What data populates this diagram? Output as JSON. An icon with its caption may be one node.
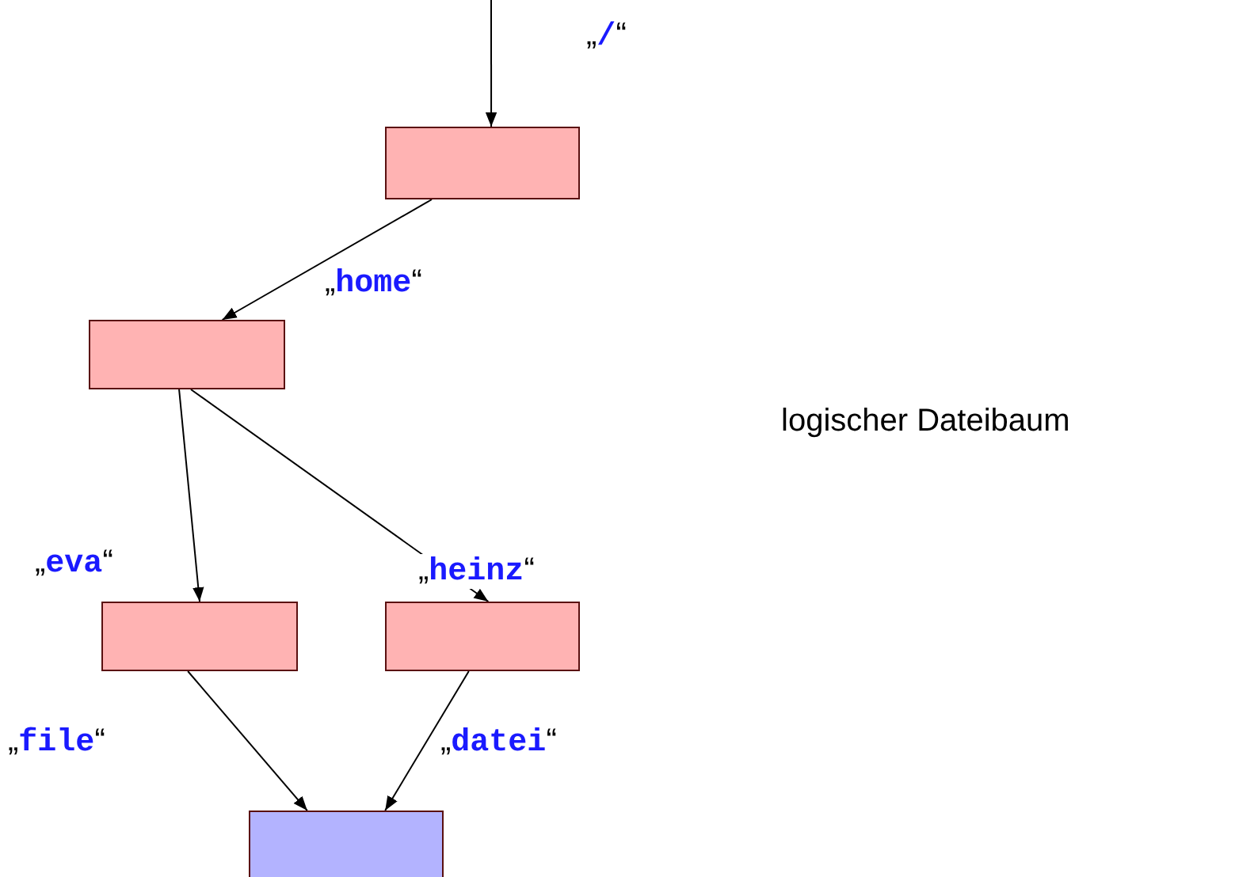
{
  "diagram": {
    "nodes": [
      {
        "text": [],
        "shape": "box"
      },
      {
        "text": [],
        "shape": "box"
      },
      {
        "text": [],
        "shape": "box"
      },
      {
        "text": [],
        "shape": "box"
      },
      {
        "text": [],
        "shape": "box"
      }
    ],
    "edges": [
      {
        "from": null,
        "to": 0,
        "arrow": "to",
        "label": "„**/**“"
      },
      {
        "from": 0,
        "to": 1,
        "arrow": "to",
        "label": "„**home**“"
      },
      {
        "from": 1,
        "to": 2,
        "arrow": "to",
        "label": "„**eva**“"
      },
      {
        "from": 1,
        "to": 3,
        "arrow": "to",
        "label": "„**heinz**“"
      },
      {
        "from": 2,
        "to": 4,
        "arrow": "to",
        "label": "„**file**“"
      },
      {
        "from": 3,
        "to": 4,
        "arrow": "to",
        "label": "„**datei**“"
      }
    ],
    "labels": [
      "logischer Dateibaum"
    ]
  }
}
